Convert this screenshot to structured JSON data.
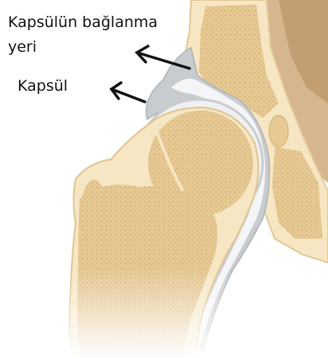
{
  "labels": {
    "attachment_line1": "Kapsülün bağlanma",
    "attachment_line2": "yeri",
    "capsule": "Kapsül"
  },
  "colors": {
    "bone_fill": "#ecd3a6",
    "bone_cortex": "#f6e8c8",
    "spongy_dot": "#c9a671",
    "capsule": "#c9cccf",
    "capsule_light": "#e6e8ea",
    "ligament_white": "#f8f9fa",
    "muscle": "#cfae86",
    "arrow": "#111111"
  },
  "icons": [
    "arrow-to-attachment-icon",
    "arrow-to-capsule-icon"
  ]
}
